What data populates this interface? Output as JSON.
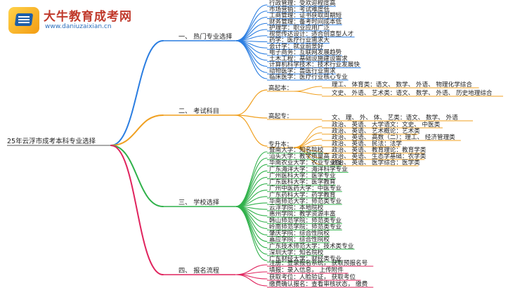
{
  "logo": {
    "name": "大牛教育成考网",
    "url": "www.daniuzaixian.cn"
  },
  "root": "25年云浮市成考本科专业选择",
  "branches": [
    {
      "label": "一、 热门专业选择",
      "color": "#2a7de1",
      "items": [
        "行政管理：受欢迎程度高",
        "市场营销：考试难度低",
        "工商管理：证书获取周期短",
        "财务管理：备考时间成本低",
        "护理学：职业应用广泛",
        "视觉传达设计：适合创意型人才",
        "药学：医疗行业需求大",
        "会计学：就业前景好",
        "电子商务：互联网发展趋势",
        "土木工程：基础设施建设需求",
        "计算机科学技术：技术行业发展快",
        "动物医学：兽医行业需求",
        "临床医学：医疗行业核心专业"
      ]
    },
    {
      "label": "二、 考试科目",
      "color": "#f0a020",
      "groups": [
        {
          "label": "高起本：",
          "items": [
            "理工、 体育类：语文、 数学、 外语、 物理化学综合",
            "文史、 外语、 艺术类：语文、 数学、 外语、 历史地理综合"
          ]
        },
        {
          "label": "高起专：",
          "items": [
            "文、 理、 外、 体、 艺类：语文、 数学、 外语"
          ]
        },
        {
          "label": "专升本：",
          "items": [
            "政治、 英语、 大学语文：文史、 中医类",
            "政治、 英语、 艺术概论：艺术类",
            "政治、 英语、 高数（二）：理工、 经济管理类",
            "政治、 英语、 民法：法学",
            "政治、 英语、 教育理论：教育学类",
            "政治、 英语、 生态学基础：农学类",
            "政治、 英语、 医学综合：医学类"
          ]
        }
      ]
    },
    {
      "label": "三、 学校选择",
      "color": "#2fb14a",
      "items": [
        "暨南大学：知名院校",
        "汕头大学：教学质量高",
        "华南农业大学：农业专业强",
        "广东海洋大学：海洋科学专业",
        "广州医科大学：医学专业",
        "广东医科大学：医学教育",
        "广州中医药大学：中医专业",
        "广东药科大学：药学教育",
        "华南师范大学：师范类专业",
        "云浮学院：本地院校",
        "惠州学院：教学资源丰富",
        "韩山师范学院：师范类专业",
        "岭南师范学院：师范类专业",
        "肇庆学院：综合性院校",
        "嘉应学院：综合性院校",
        "广东技术师范大学：技术类专业",
        "深圳大学：知名院校",
        "广东财经大学：财经类专业"
      ]
    },
    {
      "label": "四、 报名流程",
      "color": "#e0245e",
      "items": [
        "注册：登录报名系统， 获取预报名号",
        "填报：录入信息， 上传附件",
        "获取考位：人脸验证， 获取考位",
        "缴费确认报名：查看审核状态， 缴费"
      ]
    }
  ]
}
